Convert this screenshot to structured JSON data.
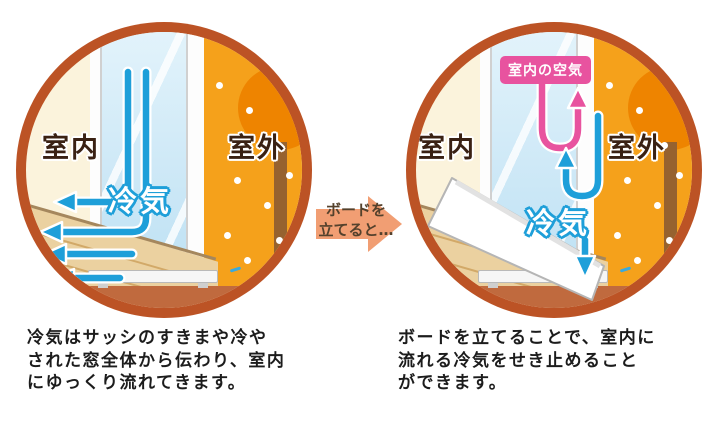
{
  "colors": {
    "ring": "#bc5325",
    "outdoor_orange": "#f5a11b",
    "cold_air_blue": "#1e9fd9",
    "warm_air_pink": "#e8539f",
    "transition_arrow": "#f19e73"
  },
  "left_circle": {
    "indoor_label": "室内",
    "outdoor_label": "室外",
    "cold_air_label": "冷気"
  },
  "right_circle": {
    "indoor_label": "室内",
    "outdoor_label": "室外",
    "cold_air_label": "冷気",
    "indoor_air_badge": "室内の空気"
  },
  "transition": {
    "line1": "ボードを",
    "line2": "立てると…"
  },
  "captions": {
    "left": [
      "冷気はサッシのすきまや冷や",
      "された窓全体から伝わり、室内",
      "にゆっくり流れてきます。"
    ],
    "right": [
      "ボードを立てることで、室内に",
      "流れる冷気をせき止めること",
      "ができます。"
    ]
  }
}
